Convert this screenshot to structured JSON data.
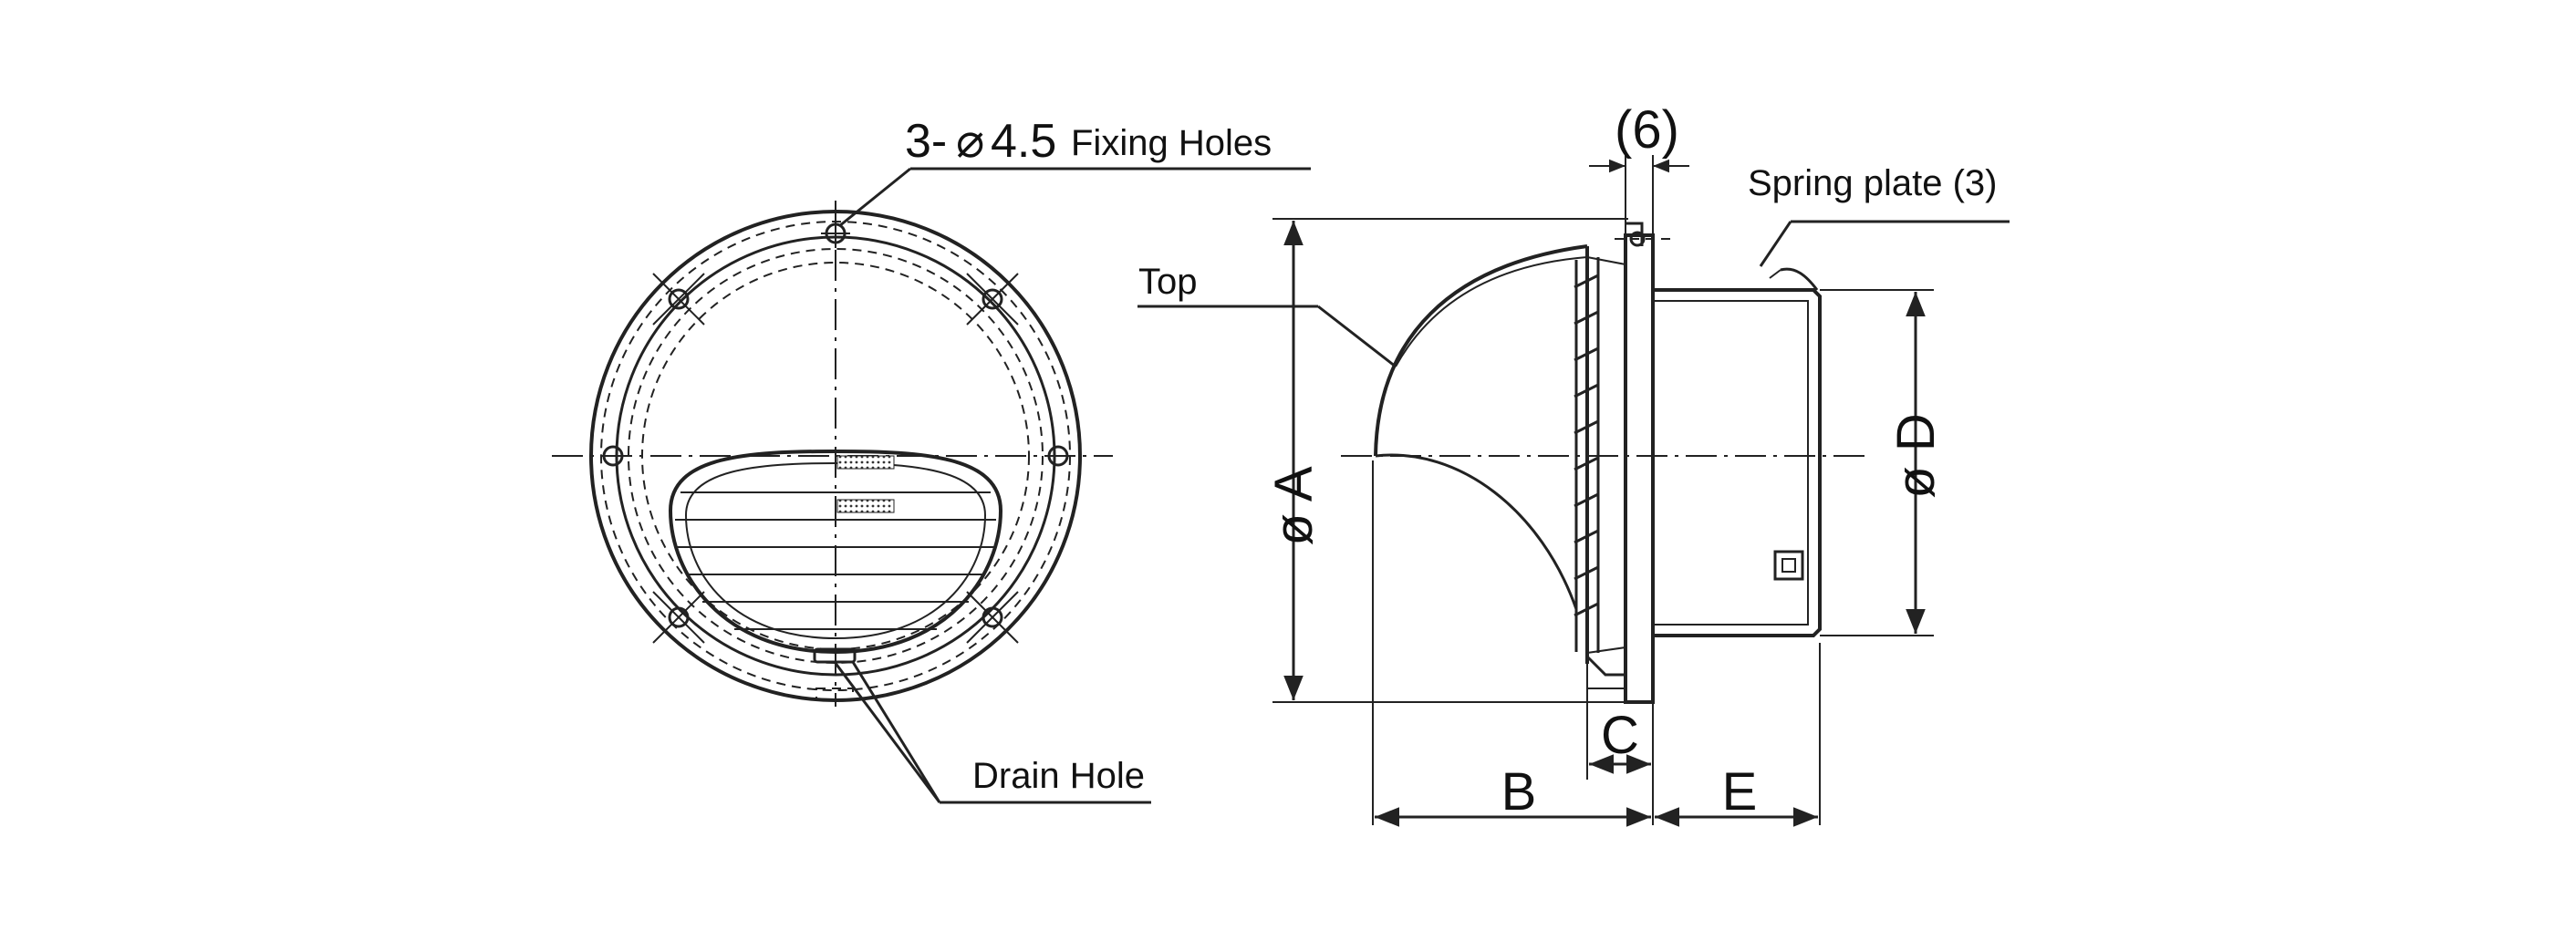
{
  "labels": {
    "fixing_holes_prefix": "3-",
    "fixing_holes_symbol": "⌀",
    "fixing_holes_size": "4.5",
    "fixing_holes_text": "Fixing Holes",
    "drain_hole": "Drain Hole",
    "top": "Top",
    "spring_plate": "Spring plate (3)",
    "flange_thickness": "(6)"
  },
  "dimensions": {
    "A": "ø A",
    "B": "B",
    "C": "C",
    "D": "ø D",
    "E": "E"
  },
  "colors": {
    "line": "#222222",
    "background": "#ffffff"
  }
}
